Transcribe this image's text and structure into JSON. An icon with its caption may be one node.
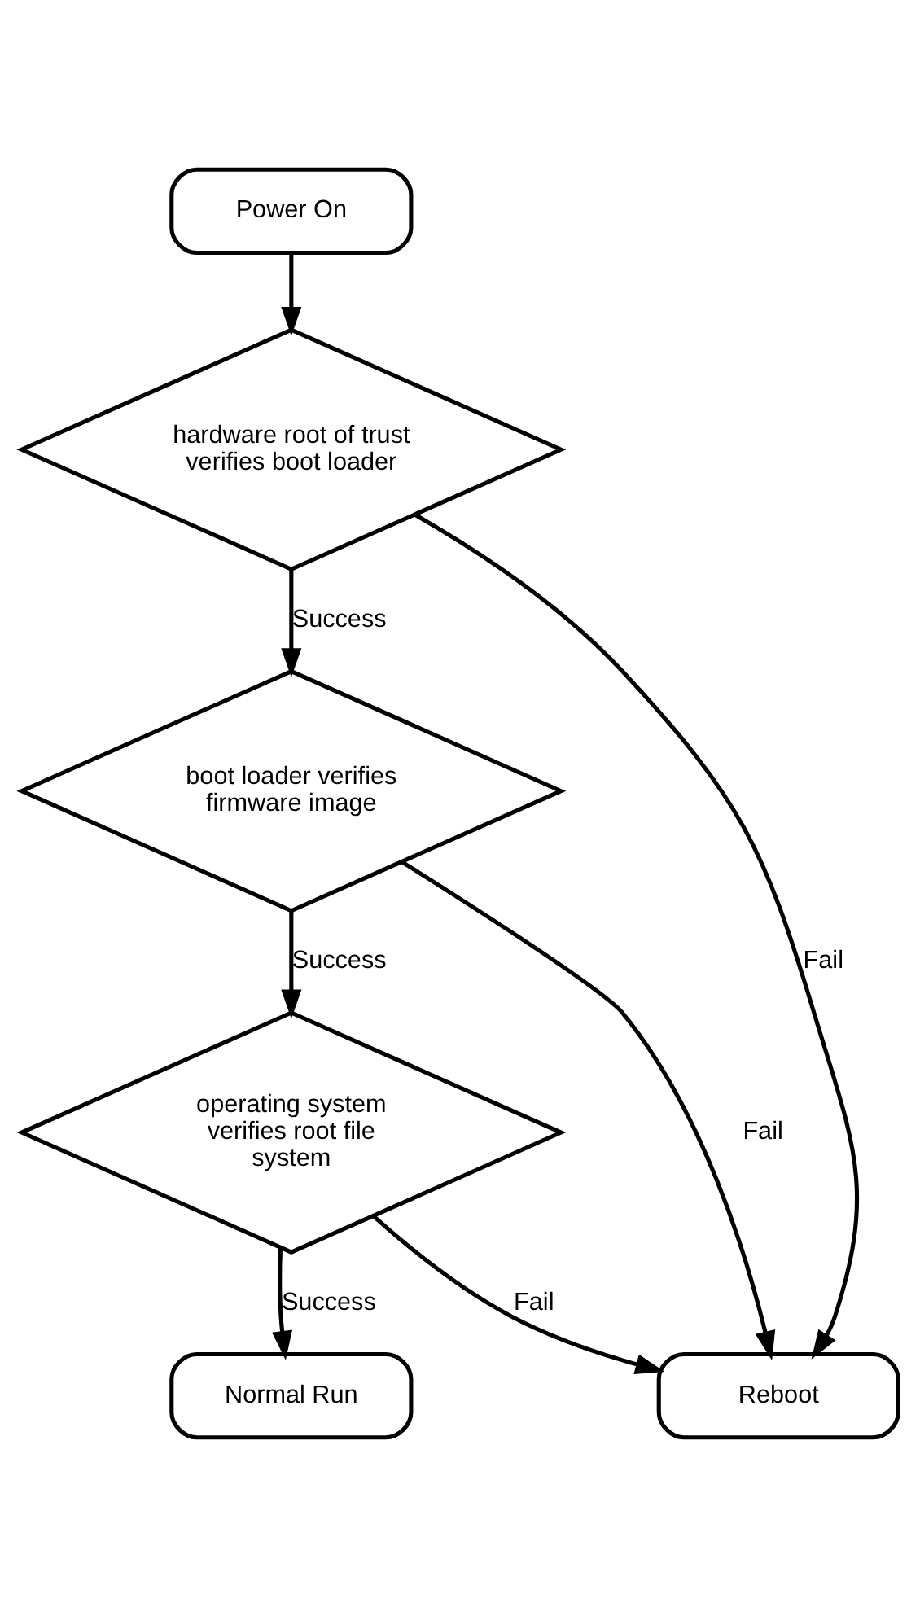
{
  "diagram": {
    "nodes": [
      {
        "text": [
          "Power On"
        ]
      },
      {
        "text": [
          "hardware root of trust verifies boot loader"
        ]
      },
      {
        "text": [
          "boot loader verifies firmware image"
        ]
      },
      {
        "text": [
          "operating system verifies root file system"
        ]
      },
      {
        "text": [
          "Reboot"
        ]
      },
      {
        "text": [
          "Normal Run"
        ]
      }
    ],
    "edges": [
      {
        "from": 0,
        "to": 1,
        "arrow": "to"
      },
      {
        "from": 1,
        "to": 2,
        "arrow": "to",
        "label": "Success"
      },
      {
        "from": 2,
        "to": 3,
        "arrow": "to",
        "label": "Success"
      },
      {
        "from": 3,
        "to": 5,
        "arrow": "to",
        "label": "Success"
      },
      {
        "from": 1,
        "to": 4,
        "arrow": "to",
        "label": "Fail"
      },
      {
        "from": 2,
        "to": 4,
        "arrow": "to",
        "label": "Fail"
      },
      {
        "from": 3,
        "to": 4,
        "arrow": "to",
        "label": "Fail"
      }
    ]
  }
}
